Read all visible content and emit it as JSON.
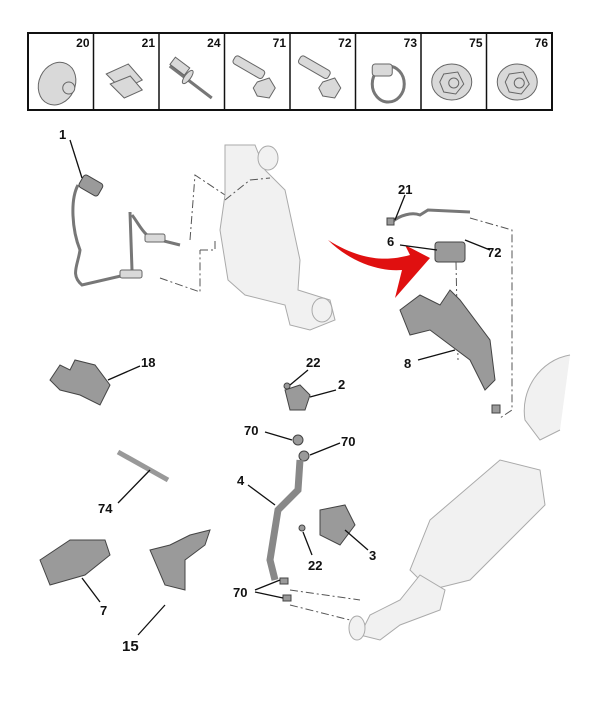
{
  "fastener_strip": {
    "cells": [
      {
        "number": "20",
        "icon": "washer-nut-icon"
      },
      {
        "number": "21",
        "icon": "clip-icon"
      },
      {
        "number": "24",
        "icon": "rivet-icon"
      },
      {
        "number": "71",
        "icon": "bolt-icon"
      },
      {
        "number": "72",
        "icon": "bolt-icon"
      },
      {
        "number": "73",
        "icon": "clamp-icon"
      },
      {
        "number": "75",
        "icon": "flange-nut-icon"
      },
      {
        "number": "76",
        "icon": "flange-nut-icon"
      }
    ]
  },
  "callouts": {
    "c1": "1",
    "c21": "21",
    "c6": "6",
    "c72": "72",
    "c8": "8",
    "c18": "18",
    "c22a": "22",
    "c2": "2",
    "c70a": "70",
    "c70b": "70",
    "c74": "74",
    "c4": "4",
    "c3": "3",
    "c22b": "22",
    "c70c": "70",
    "c7": "7",
    "c15": "15"
  },
  "colors": {
    "highlight_arrow": "#e01010"
  }
}
